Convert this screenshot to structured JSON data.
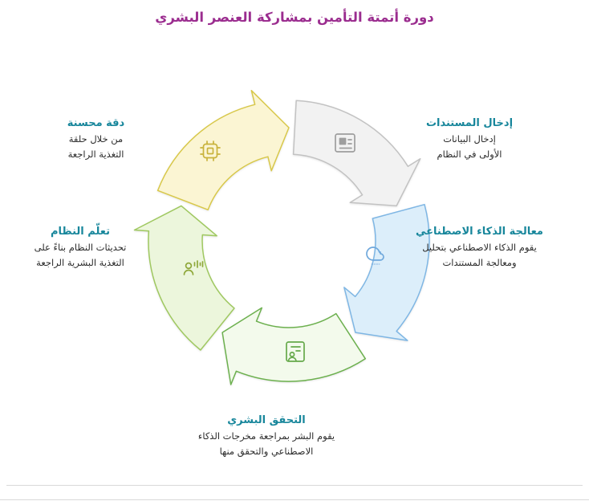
{
  "title": "دورة أتمتة التأمين بمشاركة العنصر البشري",
  "colors": {
    "title": "#9B2D8F",
    "heading": "#17869B",
    "text": "#2B2B2B",
    "divider": "#D9D9D9"
  },
  "steps": [
    {
      "id": "document-input",
      "label": "إدخال المستندات",
      "desc": [
        "إدخال البيانات",
        "الأولى في النظام"
      ],
      "fill": "#F2F2F2",
      "stroke": "#C2C2C2",
      "icon": "document-icon",
      "icon_color": "#9E9E9E"
    },
    {
      "id": "ai-processing",
      "label": "معالجة الذكاء الاصطناعي",
      "desc": [
        "يقوم الذكاء الاصطناعي بتحليل",
        "ومعالجة المستندات"
      ],
      "fill": "#DCEEFA",
      "stroke": "#7EB6E4",
      "icon": "cloud-icon",
      "icon_color": "#6FA8DC"
    },
    {
      "id": "human-verification",
      "label": "التحقق البشري",
      "desc": [
        "يقوم البشر بمراجعة مخرجات الذكاء",
        "الاصطناعي والتحقق منها"
      ],
      "fill": "#F3FAEC",
      "stroke": "#6CB04E",
      "icon": "person-check-icon",
      "icon_color": "#66A94B"
    },
    {
      "id": "system-learning",
      "label": "تعلّم النظام",
      "desc": [
        "تحديثات النظام بناءً على",
        "التغذية البشرية الراجعة"
      ],
      "fill": "#ECF6DC",
      "stroke": "#9FC860",
      "icon": "voice-icon",
      "icon_color": "#8FA83A"
    },
    {
      "id": "improved-accuracy",
      "label": "دقة محسنة",
      "desc": [
        "من خلال حلقة",
        "التغذية الراجعة"
      ],
      "fill": "#FBF5D3",
      "stroke": "#D8C84A",
      "icon": "chip-icon",
      "icon_color": "#C9B33C"
    }
  ]
}
